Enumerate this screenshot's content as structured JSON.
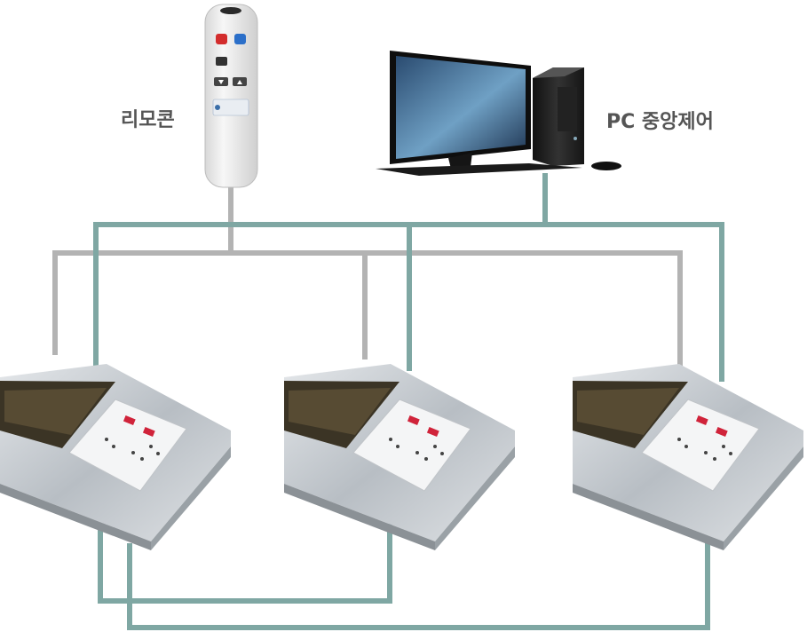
{
  "labels": {
    "remote": "리모콘",
    "pc": "PC 중앙제어"
  },
  "colors": {
    "remote_line": "#b3b3b3",
    "pc_line": "#7fa7a3",
    "device_steel": "#c9ced2",
    "panel": "#f4f5f6",
    "led": "#d0233a"
  },
  "nodes": [
    {
      "id": "remote",
      "icon": "remote-control-icon"
    },
    {
      "id": "pc",
      "icon": "desktop-computer-icon"
    },
    {
      "id": "device-1",
      "icon": "control-unit-icon"
    },
    {
      "id": "device-2",
      "icon": "control-unit-icon"
    },
    {
      "id": "device-3",
      "icon": "control-unit-icon"
    }
  ],
  "connections": [
    {
      "from": "remote",
      "to": [
        "device-1",
        "device-2",
        "device-3"
      ],
      "color": "remote_line"
    },
    {
      "from": "pc",
      "to": [
        "device-1",
        "device-2",
        "device-3"
      ],
      "color": "pc_line"
    },
    {
      "from": "device-1",
      "to": [
        "device-2",
        "device-3"
      ],
      "color": "pc_line"
    }
  ]
}
